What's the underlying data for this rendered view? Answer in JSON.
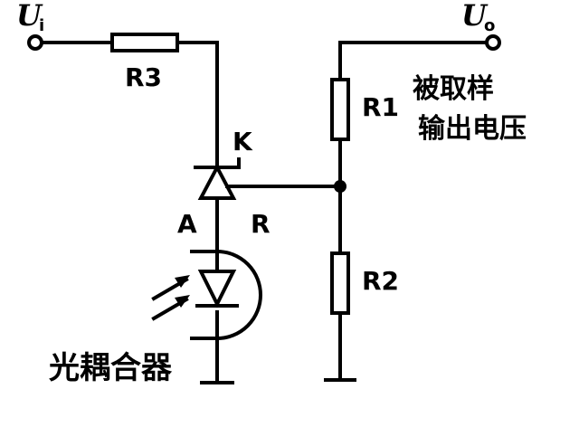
{
  "diagram": {
    "input_label_main": "U",
    "input_label_sub": "i",
    "output_label_main": "U",
    "output_label_sub": "o",
    "r3_label": "R3",
    "r1_label": "R1",
    "r2_label": "R2",
    "k_label": "K",
    "a_label": "A",
    "r_label": "R",
    "sampled_voltage_line1": "被取样",
    "sampled_voltage_line2": "输出电压",
    "optocoupler_label": "光耦合器"
  }
}
